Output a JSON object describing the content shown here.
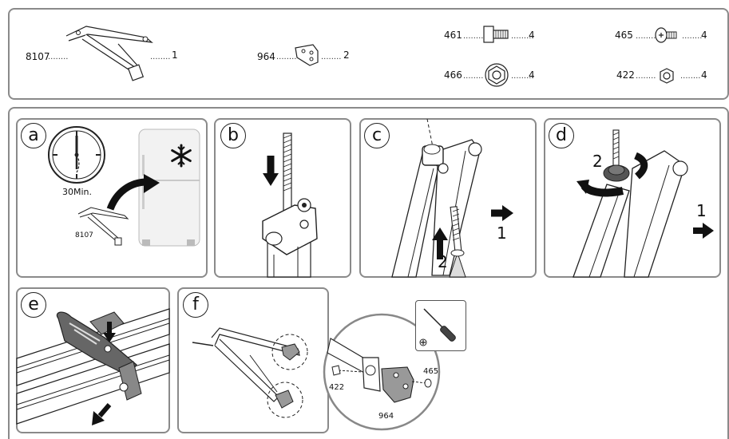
{
  "parts": [
    {
      "code": "8107",
      "qty": "1",
      "icon": "hinge-arm-icon"
    },
    {
      "code": "964",
      "qty": "2",
      "icon": "bracket-plate-icon"
    },
    {
      "code": "461",
      "qty": "4",
      "icon": "square-bolt-icon"
    },
    {
      "code": "465",
      "qty": "4",
      "icon": "pan-head-screw-icon"
    },
    {
      "code": "466",
      "qty": "4",
      "icon": "flange-nut-icon"
    },
    {
      "code": "422",
      "qty": "4",
      "icon": "hex-nut-icon"
    }
  ],
  "dots": "........",
  "panels": {
    "a": {
      "letter": "a",
      "time_label": "30Min.",
      "part_label": "8107"
    },
    "b": {
      "letter": "b"
    },
    "c": {
      "letter": "c",
      "step1": "1",
      "step2": "2"
    },
    "d": {
      "letter": "d",
      "step1": "1",
      "step2": "2"
    },
    "e": {
      "letter": "e"
    },
    "f": {
      "letter": "f",
      "zoom_labels": {
        "left": "422",
        "right": "465",
        "bottom": "964"
      }
    }
  }
}
